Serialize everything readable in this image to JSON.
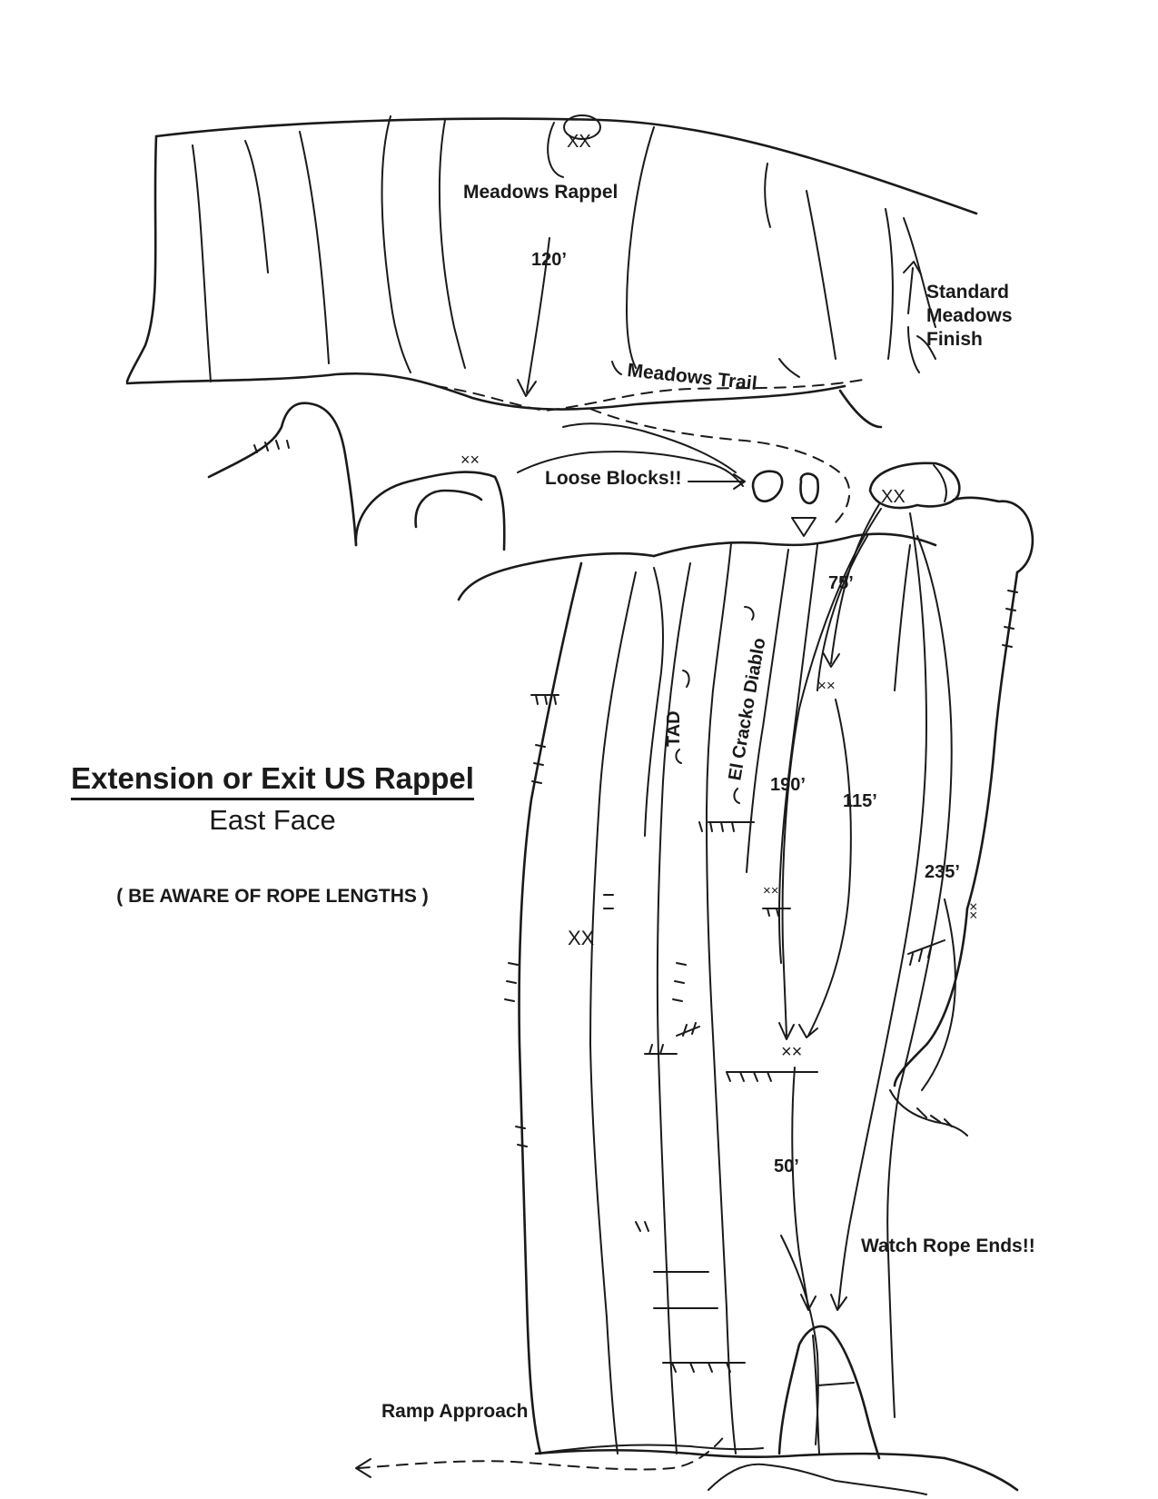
{
  "title": "Extension or Exit US Rappel",
  "subtitle": "East Face",
  "warning": "( BE AWARE OF ROPE LENGTHS )",
  "labels": {
    "meadows_rappel": "Meadows Rappel",
    "standard_meadows_finish": [
      "Standard",
      "Meadows",
      "Finish"
    ],
    "meadows_trail": "Meadows Trail",
    "loose_blocks": "Loose Blocks!!",
    "tad": "TAD",
    "el_cracko_diablo": "El Cracko Diablo",
    "watch_rope_ends": "Watch Rope Ends!!",
    "ramp_approach": "Ramp Approach"
  },
  "rope_lengths": {
    "r120": "120’",
    "r75": "75’",
    "r190": "190’",
    "r115": "115’",
    "r235": "235’",
    "r50": "50’"
  },
  "anchor_mark": "XX",
  "anchor_mark_small": "××"
}
